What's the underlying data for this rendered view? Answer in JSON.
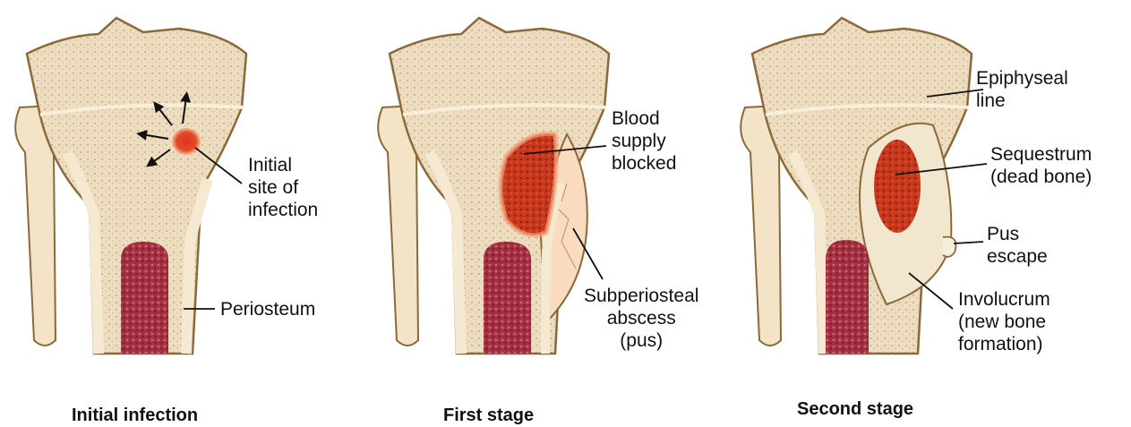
{
  "stages": [
    {
      "caption": "Initial infection",
      "labels": {
        "initial_site": "Initial\nsite of\ninfection",
        "periosteum": "Periosteum"
      }
    },
    {
      "caption": "First stage",
      "labels": {
        "blood_supply": "Blood\nsupply\nblocked",
        "abscess": "Subperiosteal\nabscess\n(pus)"
      }
    },
    {
      "caption": "Second stage",
      "labels": {
        "epiphyseal": "Epiphyseal\nline",
        "sequestrum": "Sequestrum\n(dead bone)",
        "pus_escape": "Pus\nescape",
        "involucrum": "Involucrum\n(new bone\nformation)"
      }
    }
  ],
  "colors": {
    "bone_outline": "#8a6a3a",
    "bone_fill": "#efe0c4",
    "cortex": "#f6ead2",
    "marrow": "#9e2a3a",
    "infection": "#d8391c",
    "pus": "#f7d2b0"
  }
}
